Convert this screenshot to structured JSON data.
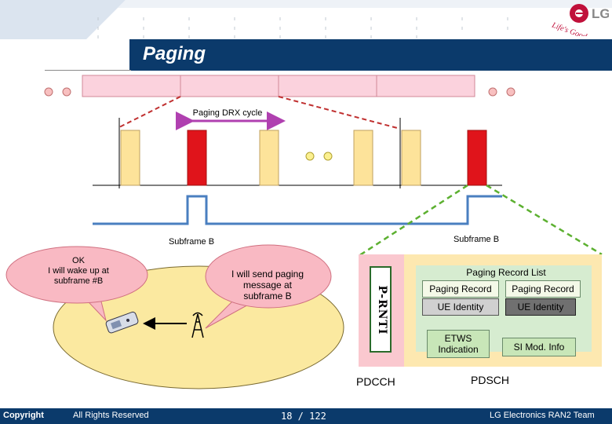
{
  "slide": {
    "title": "Paging",
    "logo_text": "LG",
    "logo_tagline": "Life's Good"
  },
  "timeline": {
    "drx_label": "Paging DRX cycle",
    "subframe_left_label": "Subframe B",
    "subframe_right_label": "Subframe B"
  },
  "callouts": {
    "ue": "OK\nI will wake up at\nsubframe #B",
    "enb": "I will send paging\nmessage at\nsubframe B"
  },
  "channels": {
    "prnti": "P-RNTI",
    "pdcch": "PDCCH",
    "pdsch": "PDSCH",
    "paging_record_list": "Paging Record List",
    "paging_record_1": "Paging Record",
    "paging_record_2": "Paging Record",
    "ue_identity_1": "UE Identity",
    "ue_identity_2": "UE Identity",
    "etws": "ETWS\nIndication",
    "si_mod": "SI Mod. Info"
  },
  "footer": {
    "copyright": "Copyright",
    "rights": "All Rights Reserved",
    "page": "18 / 122",
    "team": "LG Electronics RAN2 Team"
  },
  "colors": {
    "navy": "#0b3a6b",
    "paging_red": "#e0141b",
    "slot_yellow": "#fde39a",
    "signal_blue": "#4a7fc0",
    "cell_fill": "#fbe9a0",
    "pdsch_fill": "#fde8b0"
  }
}
